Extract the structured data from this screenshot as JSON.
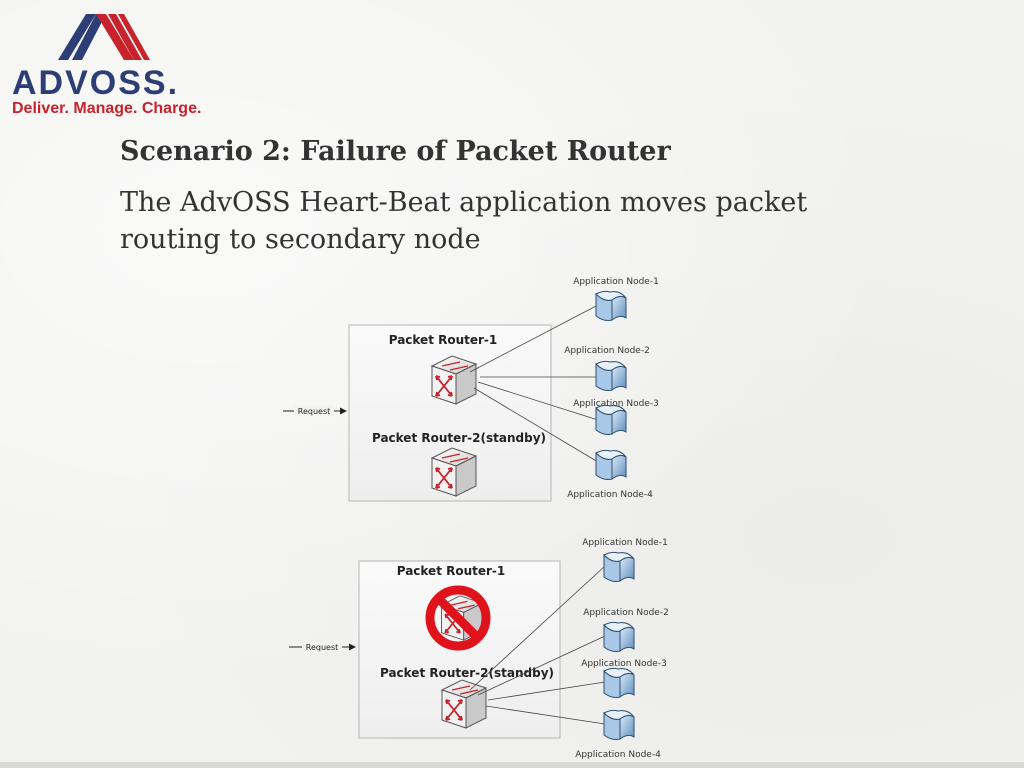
{
  "logo": {
    "wordmark": "ADVOSS.",
    "tagline": "Deliver. Manage. Charge."
  },
  "slide": {
    "title": "Scenario 2: Failure of Packet Router",
    "subtitle_lines": [
      "The AdvOSS Heart-Beat application moves packet",
      "routing to secondary node"
    ]
  },
  "diagrams": [
    {
      "router_primary": "Packet Router-1",
      "router_secondary": "Packet Router-2(standby)",
      "request": "Request",
      "nodes": [
        "Application Node-1",
        "Application Node-2",
        "Application Node-3",
        "Application Node-4"
      ],
      "active_router": "primary"
    },
    {
      "router_primary": "Packet Router-1",
      "router_secondary": "Packet Router-2(standby)",
      "request": "Request",
      "nodes": [
        "Application Node-1",
        "Application Node-2",
        "Application Node-3",
        "Application Node-4"
      ],
      "active_router": "secondary",
      "failed_router": "primary"
    }
  ],
  "colors": {
    "brand_blue": "#2c3e75",
    "brand_red": "#c8232c",
    "node_blue": "#6fa0d0",
    "failure_red": "#e0121b"
  },
  "icons": [
    "router-icon",
    "application-node-icon",
    "no-entry-icon",
    "request-arrow-icon"
  ]
}
